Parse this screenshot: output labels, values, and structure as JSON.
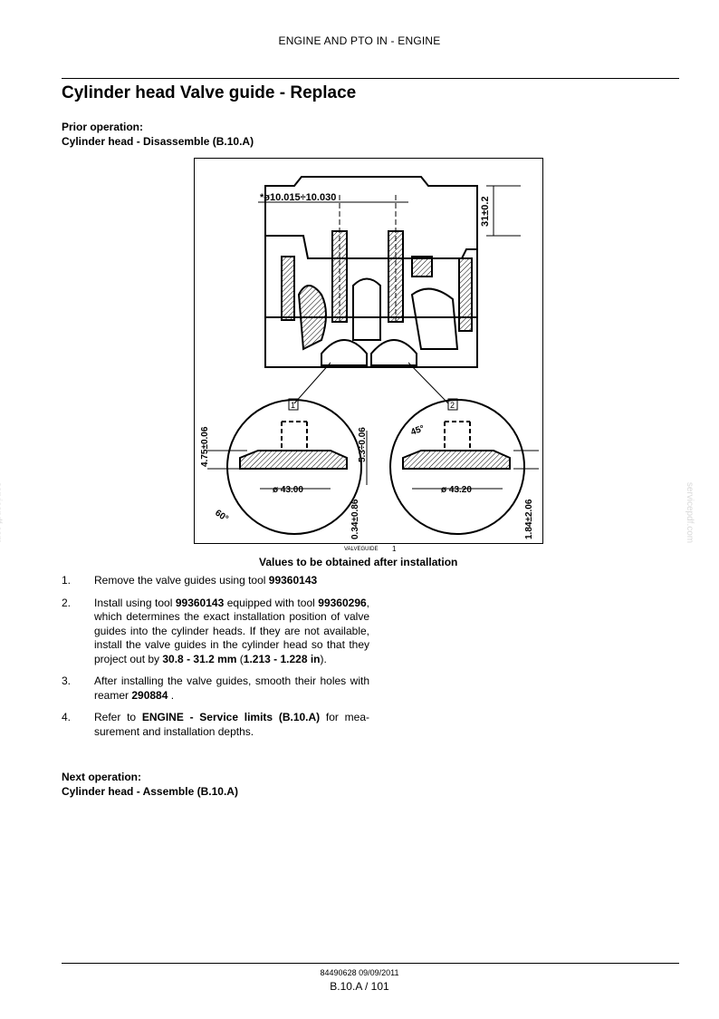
{
  "header": {
    "section": "ENGINE AND PTO IN - ENGINE"
  },
  "title": "Cylinder head Valve guide - Replace",
  "prior_operation": {
    "label": "Prior operation:",
    "ref": "Cylinder head - Disassemble (B.10.A)"
  },
  "figure": {
    "dims": {
      "bore": "*ø10.015÷10.030",
      "projection": "31±0.2",
      "d1": "ø 43.00",
      "d2": "ø 43.20",
      "h1": "4.75±0.06",
      "h2": "5.3÷0.06",
      "h3": "0.34±0.86",
      "h4": "1.84±2.06",
      "ang60": "60°",
      "ang45": "45°",
      "detail1": "1",
      "detail2": "2"
    },
    "id": "VALVEGUIDE",
    "number": "1",
    "caption": "Values to be obtained after installation"
  },
  "steps": [
    {
      "num": "1.",
      "parts": [
        {
          "t": "Remove the valve guides using tool ",
          "b": false
        },
        {
          "t": "99360143",
          "b": true
        }
      ]
    },
    {
      "num": "2.",
      "parts": [
        {
          "t": "Install using tool ",
          "b": false
        },
        {
          "t": "99360143",
          "b": true
        },
        {
          "t": " equipped with tool ",
          "b": false
        },
        {
          "t": "99360296",
          "b": true
        },
        {
          "t": ", which determines the exact installation position of valve guides into the cylinder heads. If they are not available, install the valve guides in the cylinder head so that they project out by ",
          "b": false
        },
        {
          "t": "30.8 - 31.2 mm",
          "b": true
        },
        {
          "t": " (",
          "b": false
        },
        {
          "t": "1.213 - 1.228 in",
          "b": true
        },
        {
          "t": ").",
          "b": false
        }
      ]
    },
    {
      "num": "3.",
      "parts": [
        {
          "t": "After installing the valve guides, smooth their holes with reamer ",
          "b": false
        },
        {
          "t": "290884",
          "b": true
        },
        {
          "t": " .",
          "b": false
        }
      ]
    },
    {
      "num": "4.",
      "parts": [
        {
          "t": "Refer to ",
          "b": false
        },
        {
          "t": "ENGINE - Service limits (B.10.A)",
          "b": true
        },
        {
          "t": " for mea- surement and installation depths.",
          "b": false
        }
      ]
    }
  ],
  "next_operation": {
    "label": "Next operation:",
    "ref": "Cylinder head - Assemble (B.10.A)"
  },
  "footer": {
    "code": "84490628 09/09/2011",
    "page": "B.10.A / 101"
  },
  "watermark": "servicepdf.com"
}
